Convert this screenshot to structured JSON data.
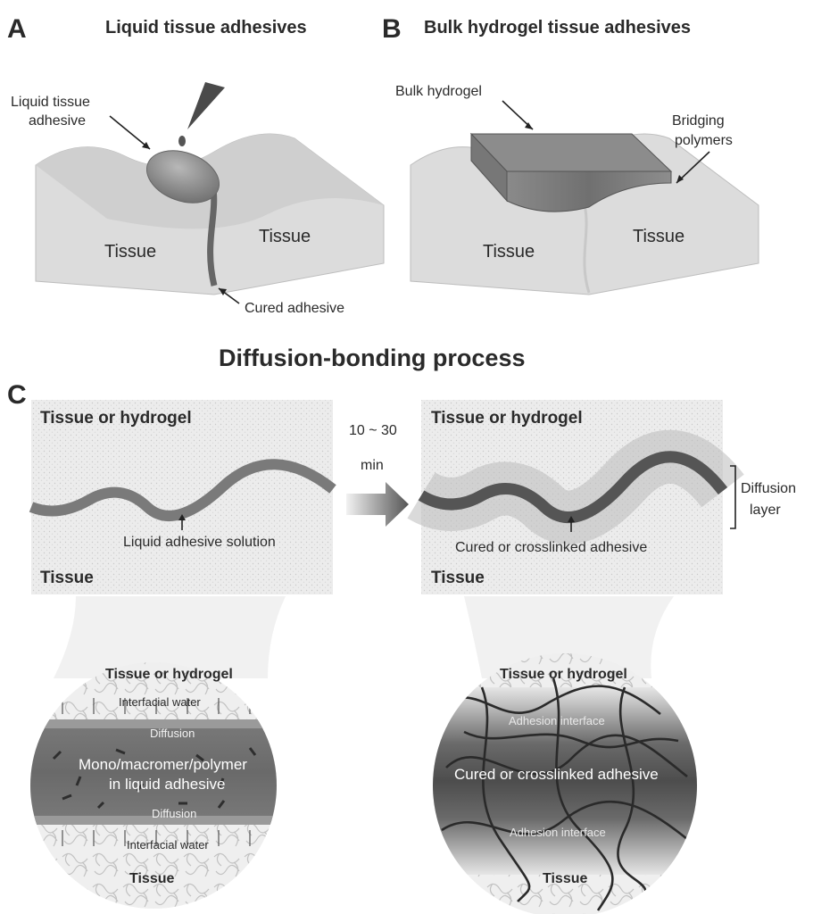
{
  "panel_a": {
    "letter": "A",
    "title": "Liquid tissue adhesives",
    "label_adhesive_line1": "Liquid tissue",
    "label_adhesive_line2": "adhesive",
    "label_tissue_left": "Tissue",
    "label_tissue_right": "Tissue",
    "label_cured": "Cured adhesive"
  },
  "panel_b": {
    "letter": "B",
    "title": "Bulk hydrogel tissue adhesives",
    "label_hydrogel": "Bulk hydrogel",
    "label_bridging_line1": "Bridging",
    "label_bridging_line2": "polymers",
    "label_tissue_left": "Tissue",
    "label_tissue_right": "Tissue"
  },
  "section_title": "Diffusion-bonding process",
  "panel_c": {
    "letter": "C",
    "arrow_time_line1": "10 ~ 30",
    "arrow_time_line2": "min",
    "left": {
      "top_label": "Tissue or hydrogel",
      "bottom_label": "Tissue",
      "annotation": "Liquid adhesive solution",
      "circle_top": "Tissue or hydrogel",
      "water_top": "Interfacial water",
      "diffusion_top": "Diffusion",
      "center_line1": "Mono/macromer/polymer",
      "center_line2": "in liquid adhesive",
      "diffusion_bottom": "Diffusion",
      "water_bottom": "Interfacial water",
      "circle_bottom": "Tissue"
    },
    "right": {
      "top_label": "Tissue or hydrogel",
      "bottom_label": "Tissue",
      "annotation": "Cured or crosslinked adhesive",
      "bracket_line1": "Diffusion",
      "bracket_line2": "layer",
      "circle_top": "Tissue or hydrogel",
      "interface_top": "Adhesion interface",
      "center": "Cured or crosslinked adhesive",
      "interface_bottom": "Adhesion interface",
      "circle_bottom": "Tissue"
    }
  }
}
